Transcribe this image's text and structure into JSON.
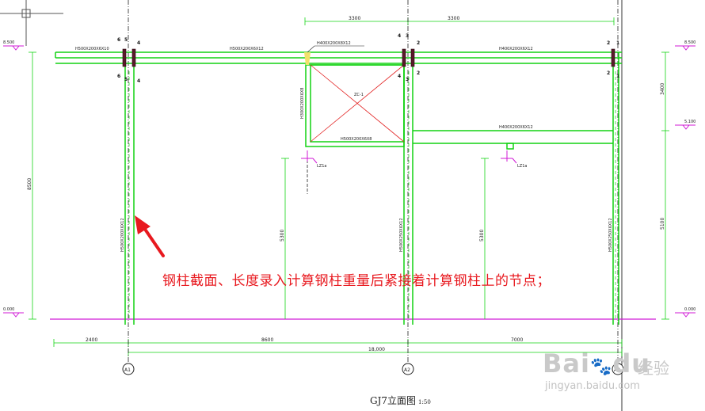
{
  "elevation_levels": [
    "8.500",
    "8.500",
    "5.100",
    "0.000",
    "0.000"
  ],
  "dimensions": {
    "top_spans": [
      "3300",
      "3300"
    ],
    "bottom_spans": [
      "2400",
      "8600",
      "7000"
    ],
    "bottom_total": "18,000",
    "left_height": "8500",
    "right_upper": "3400",
    "right_lower": "5100",
    "column_height_mid": "5300",
    "column_height_right": "5300"
  },
  "axis_labels": [
    "A1",
    "A2",
    "A3"
  ],
  "member_labels": {
    "beam_left": "H500X200X6X10",
    "beam_top_mid": "H500X200X6X12",
    "beam_top_right": "H400X200X6X12",
    "beam_opening_top": "H400X200X8X12",
    "beam_opening_bottom": "H500X200X6X8",
    "beam_right_mid": "H400X200X6X12",
    "opening_post": "H300X200X6X8",
    "column_a1": "H500X200X6X12",
    "column_a2": "H500X250X6X12",
    "column_a3": "H500X250X6X12",
    "opening_tag": "ZC-1",
    "joint_left": "LZ1a",
    "joint_right": "LZ1a"
  },
  "section_marks": {
    "a1": [
      "6",
      "5",
      "4",
      "6",
      "5",
      "4"
    ],
    "a2": [
      "4",
      "3",
      "2",
      "4",
      "3",
      "2"
    ],
    "a3": [
      "2",
      "1",
      "2",
      "1"
    ]
  },
  "annotation": "钢柱截面、长度录入计算钢柱重量后紧接着计算钢柱上的节点；",
  "title": "GJ7立面图",
  "scale": "1:50",
  "watermark": {
    "brand": "Bai",
    "brand2": "du",
    "brand_cn": "经验",
    "url": "jingyan.baidu.com"
  }
}
